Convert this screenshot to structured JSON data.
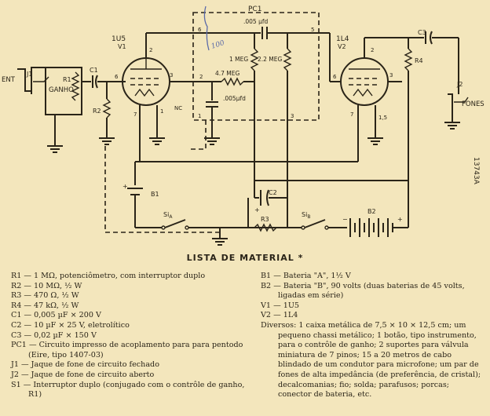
{
  "diagram": {
    "pc1": "PC1",
    "tube1": {
      "type": "1U5",
      "ref": "V1"
    },
    "tube2": {
      "type": "1L4",
      "ref": "V2"
    },
    "ent": "ENT",
    "j1": "J1",
    "r1": "R1",
    "ganho": "GANHO",
    "c1": "C1",
    "r2": "R2",
    "nc": "NC",
    "c005_top": ".005 µfd",
    "c005_mid": ".005µfd",
    "res_1meg": "1 MEG",
    "res_2_2meg": "2.2 MEG",
    "res_4_7meg": "4.7 MEG",
    "c3": "C3",
    "r4": "R4",
    "j2": "J2",
    "fones": "FONES",
    "b1": "B1",
    "b2": "B2",
    "c2": "C2",
    "r3": "R3",
    "s1a": "Si",
    "s1a_sub": "A",
    "s1b": "Si",
    "s1b_sub": "B",
    "pin_15": "1,5",
    "handwritten_100": "100",
    "stamp": "13743A"
  },
  "material_title": "LISTA DE MATERIAL *",
  "materials_left": [
    "R1 — 1 MΩ, potenciômetro, com interruptor duplo",
    "R2 — 10 MΩ, ½ W",
    "R3 — 470 Ω, ½ W",
    "R4 — 47 kΩ, ½ W",
    "C1 — 0,005 µF × 200 V",
    "C2 — 10 µF × 25 V, eletrolítico",
    "C3 — 0,02 µF × 150 V",
    "PC1 — Circuito impresso de acoplamento para para pentodo (Eire, tipo 1407-03)",
    "J1 — Jaque de fone de circuito fechado",
    "J2 — Jaque de fone de circuito aberto",
    "S1 — Interruptor duplo (conjugado com o contrôle de ganho, R1)"
  ],
  "materials_right": [
    "B1 — Bateria \"A\", 1½ V",
    "B2 — Bateria \"B\", 90 volts (duas baterias de 45 volts, ligadas em série)",
    "V1 — 1U5",
    "V2 — 1L4",
    "Diversos: 1 caixa metálica de 7,5 × 10 × 12,5 cm; um pequeno chassi metálico; 1 botão, tipo instrumento, para o contrôle de ganho; 2 suportes para válvula miniatura de 7 pinos; 15 a 20 metros de cabo blindado de um condutor para microfone; um par de fones de alta impedância (de preferência, de cristal); decalcomanias; fio; solda; parafusos; porcas; conector de bateria, etc."
  ]
}
